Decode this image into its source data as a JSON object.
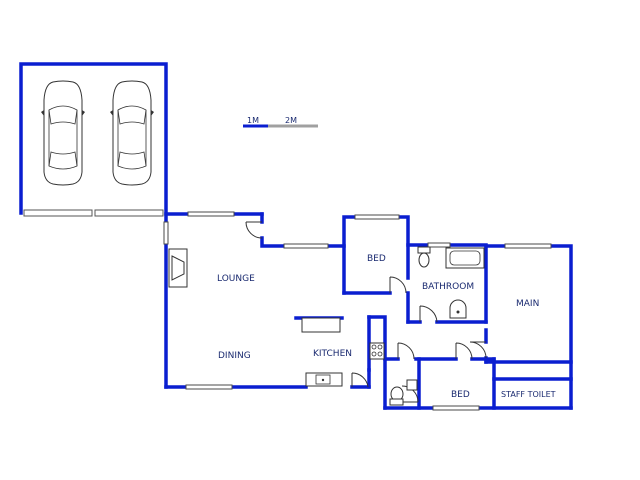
{
  "scale": {
    "label_1m": "1M",
    "label_2m": "2M"
  },
  "rooms": {
    "lounge": "LOUNGE",
    "dining": "DINING",
    "kitchen": "KITCHEN",
    "bed_1": "BED",
    "bathroom": "BATHROOM",
    "main": "MAIN",
    "bed_2": "BED",
    "staff_toilet": "STAFF TOILET"
  },
  "colors": {
    "wall": "#0a1ed0",
    "window": "#4a4a4a",
    "fixture": "#333333",
    "label": "#1a2a70"
  },
  "icons": [
    "car-icon",
    "fireplace-icon",
    "stove-icon",
    "sink-icon",
    "toilet-icon",
    "bath-icon",
    "basin-icon",
    "door-swing-icon"
  ]
}
